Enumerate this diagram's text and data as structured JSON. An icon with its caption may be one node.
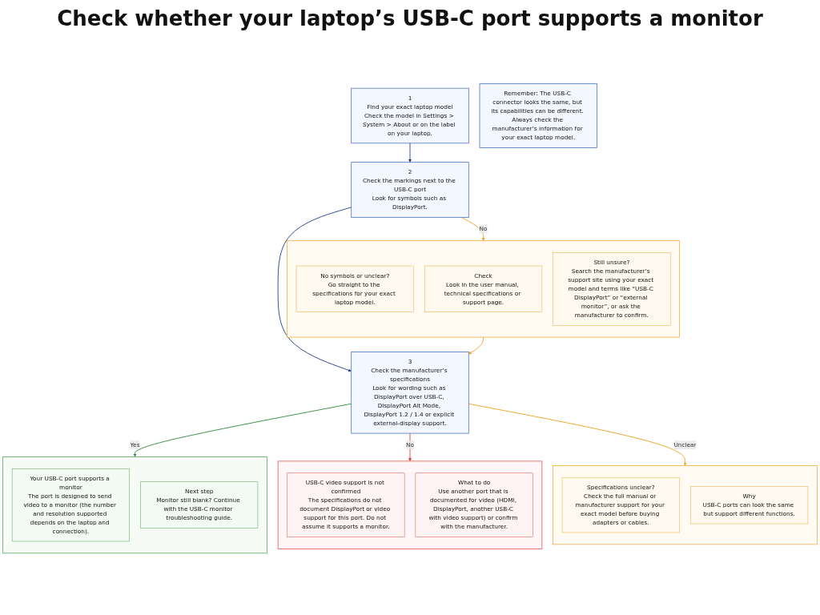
{
  "diagram": {
    "title": "Check whether your laptop’s USB-C port supports a monitor",
    "nodes": [
      {
        "text": [
          "1",
          "Find your exact laptop model",
          "Check the model in Settings > System > About or on the label on your laptop."
        ]
      },
      {
        "text": [
          "2",
          "Check the markings next to the USB-C port",
          "Look for symbols such as DisplayPort."
        ]
      },
      {
        "text": [
          "3",
          "Check the manufacturer’s specifications",
          "Look for wording such as DisplayPort over USB-C, DisplayPort Alt Mode, DisplayPort 1.2 / 1.4 or explicit external-display support."
        ]
      },
      {
        "text": [],
        "shape": "box"
      },
      {
        "text": [
          "No symbols or unclear?",
          "Go straight to the specifications for your exact laptop model."
        ],
        "in": 3
      },
      {
        "text": [
          "Check",
          "Look in the user manual, technical specifications or support page."
        ],
        "in": 3
      },
      {
        "text": [
          "Still unsure?",
          "Search the manufacturer’s support site using your exact model and terms like “USB-C DisplayPort” or “external monitor”, or ask the manufacturer to confirm."
        ],
        "in": 3
      },
      {
        "text": [],
        "shape": "box"
      },
      {
        "text": [
          "Your USB-C port supports a monitor",
          "The port is designed to send video to a monitor (the number and resolution supported depends on the laptop and connection)."
        ],
        "in": 7
      },
      {
        "text": [
          "Next step",
          "Monitor still blank? Continue with the USB-C monitor troubleshooting guide."
        ],
        "in": 7
      },
      {
        "text": [],
        "shape": "box"
      },
      {
        "text": [
          "USB-C video support is not confirmed",
          "The specifications do not document DisplayPort or video support for this port. Do not assume it supports a monitor."
        ],
        "in": 10
      },
      {
        "text": [
          "What to do",
          "Use another port that is documented for video (HDMI, DisplayPort, another USB-C with video support) or confirm with the manufacturer."
        ],
        "in": 10
      },
      {
        "text": [],
        "shape": "box"
      },
      {
        "text": [
          "Specifications unclear?",
          "Check the full manual or manufacturer support for your exact model before buying adapters or cables."
        ],
        "in": 13
      },
      {
        "text": [
          "Why",
          "USB-C ports can look the same but support different functions."
        ],
        "in": 13
      },
      {
        "text": [
          "Remember: The USB-C connector looks the same, but its capabilities can be different. Always check the manufacturer’s information for your exact laptop model."
        ]
      }
    ],
    "edges": [
      {
        "from": 0,
        "to": 1,
        "arrow": "to",
        "color": "#1f3f8f"
      },
      {
        "from": 1,
        "to": 2,
        "arrow": "to",
        "color": "#1f3f8f"
      },
      {
        "from": 1,
        "to": 3,
        "arrow": "to",
        "label": "No",
        "color": "#f0a020"
      },
      {
        "from": 3,
        "to": 2,
        "arrow": "to",
        "color": "#f0a020"
      },
      {
        "from": 2,
        "to": 7,
        "arrow": "to",
        "label": "Yes",
        "color": "#2e8b3a"
      },
      {
        "from": 2,
        "to": 10,
        "arrow": "to",
        "label": "No",
        "color": "#e03a2e"
      },
      {
        "from": 2,
        "to": 13,
        "arrow": "to",
        "label": "Unclear",
        "color": "#f0a020"
      }
    ]
  }
}
